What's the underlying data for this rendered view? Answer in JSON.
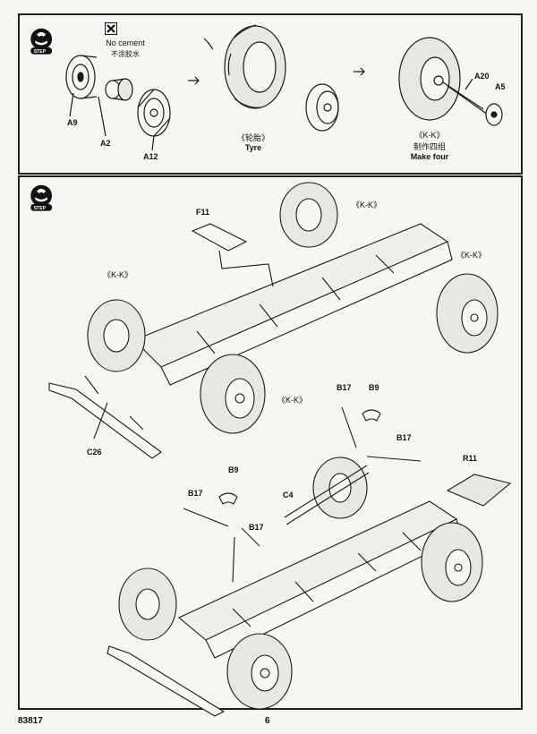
{
  "page": {
    "code": "83817",
    "number": "6"
  },
  "step_a": {
    "no_cement_en": "No cement",
    "no_cement_cn": "不涂胶水",
    "parts": {
      "a9": "A9",
      "a2": "A2",
      "a12": "A12",
      "a20": "A20",
      "a5": "A5"
    },
    "tyre_cn": "《轮胎》",
    "tyre_en": "Tyre",
    "kk_label": "《K-K》",
    "make_four_cn": "制作四组",
    "make_four_en": "Make four",
    "step_badge": "STEP"
  },
  "step_b": {
    "step_badge": "STEP",
    "kk_label": "《K-K》",
    "parts": {
      "f11": "F11",
      "c26": "C26",
      "b17": "B17",
      "b9": "B9",
      "r11": "R11",
      "c4": "C4"
    }
  },
  "colors": {
    "line": "#1a1a1a",
    "paper": "#f7f6f3",
    "tyre": "#e9e7e2"
  },
  "icons": {
    "cross": "no-cement-icon",
    "arrow": "arrow-right-icon"
  }
}
